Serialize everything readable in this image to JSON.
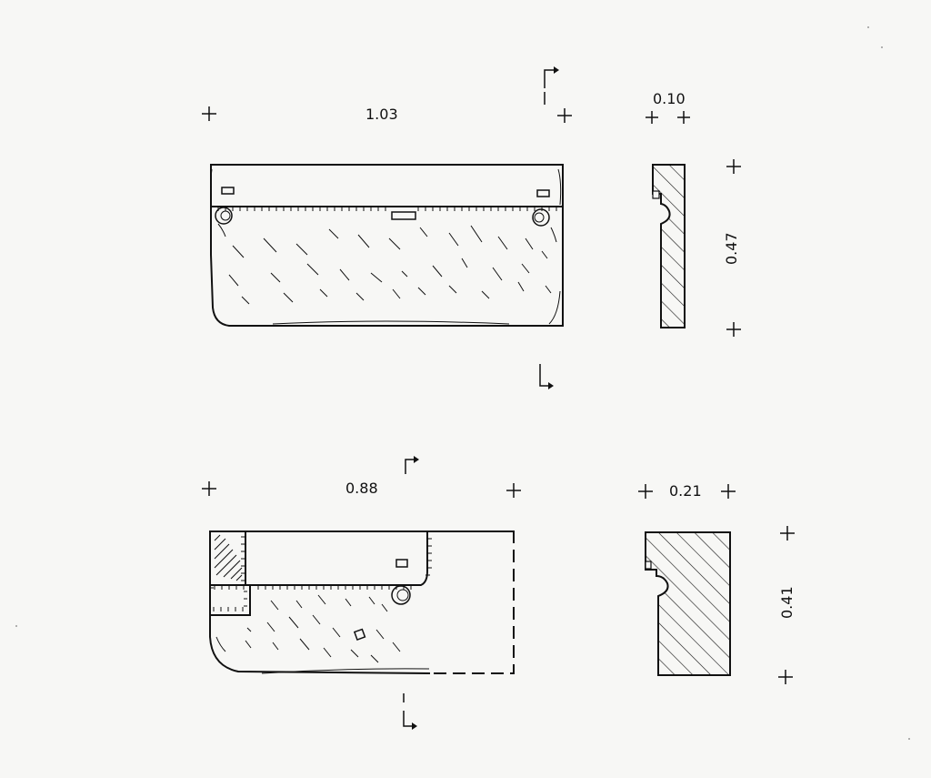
{
  "drawing": {
    "upper_block": {
      "width_label": "1.03",
      "depth_label": "0.10",
      "height_label": "0.47"
    },
    "lower_block": {
      "width_label": "0.88",
      "depth_label": "0.21",
      "height_label": "0.41"
    },
    "section_marker": "I"
  },
  "colors": {
    "ink": "#111111",
    "paper": "#f7f7f5"
  }
}
